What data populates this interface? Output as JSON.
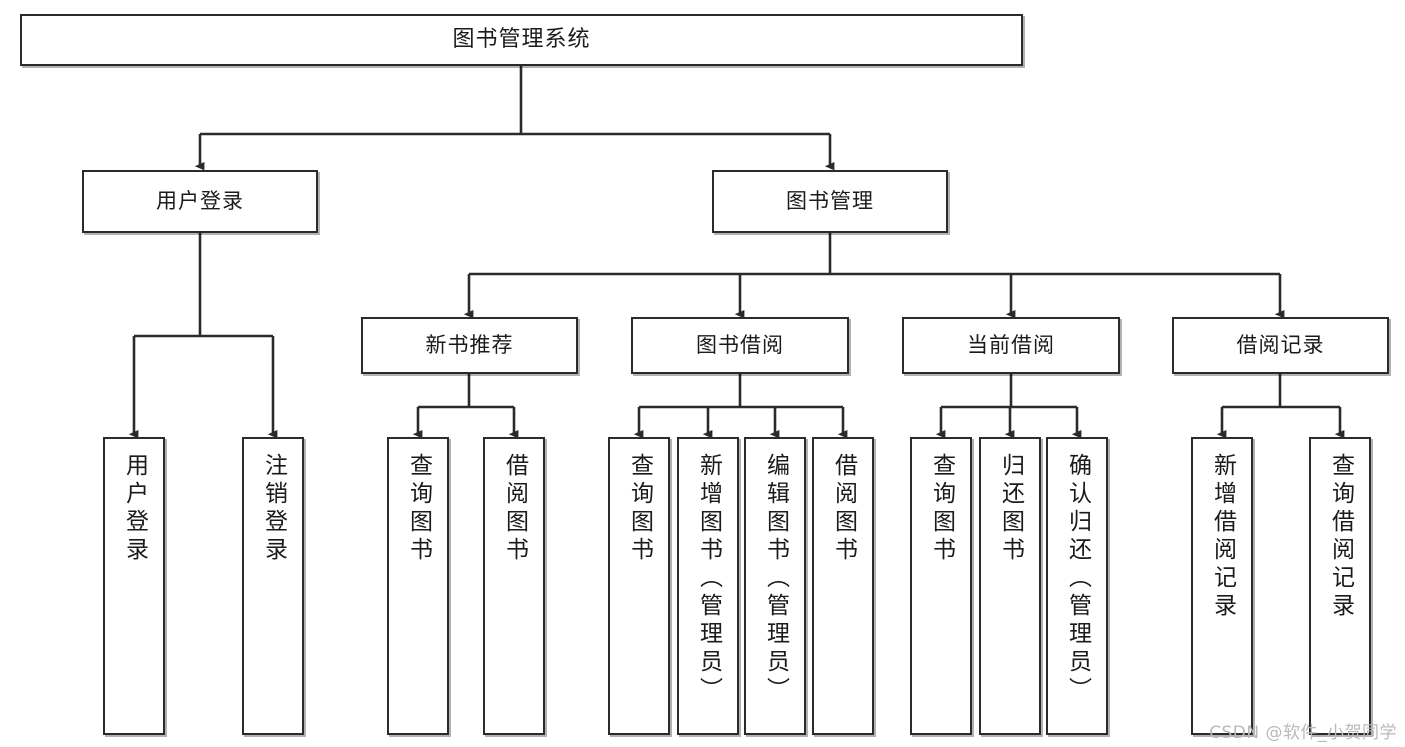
{
  "diagram": {
    "title": "图书管理系统",
    "type": "tree",
    "root": {
      "label": "图书管理系统"
    },
    "level1": [
      {
        "label": "用户登录"
      },
      {
        "label": "图书管理"
      }
    ],
    "level2": [
      {
        "label": "新书推荐"
      },
      {
        "label": "图书借阅"
      },
      {
        "label": "当前借阅"
      },
      {
        "label": "借阅记录"
      }
    ],
    "leaves": {
      "user_login": [
        {
          "label": "用户登录"
        },
        {
          "label": "注销登录"
        }
      ],
      "new_book": [
        {
          "label": "查询图书"
        },
        {
          "label": "借阅图书"
        }
      ],
      "book_borrow": [
        {
          "label": "查询图书"
        },
        {
          "label": "新增图书（管理员）"
        },
        {
          "label": "编辑图书（管理员）"
        },
        {
          "label": "借阅图书"
        }
      ],
      "current_borrow": [
        {
          "label": "查询图书"
        },
        {
          "label": "归还图书"
        },
        {
          "label": "确认归还（管理员）"
        }
      ],
      "borrow_record": [
        {
          "label": "新增借阅记录"
        },
        {
          "label": "查询借阅记录"
        }
      ]
    }
  },
  "watermark": {
    "text": "CSDN @软件_小贺同学"
  },
  "colors": {
    "box_border": "#2b2b2b",
    "box_fill": "#ffffff",
    "edge": "#2b2b2b",
    "text": "#1b1b1b",
    "watermark": "#b9b9b9"
  }
}
